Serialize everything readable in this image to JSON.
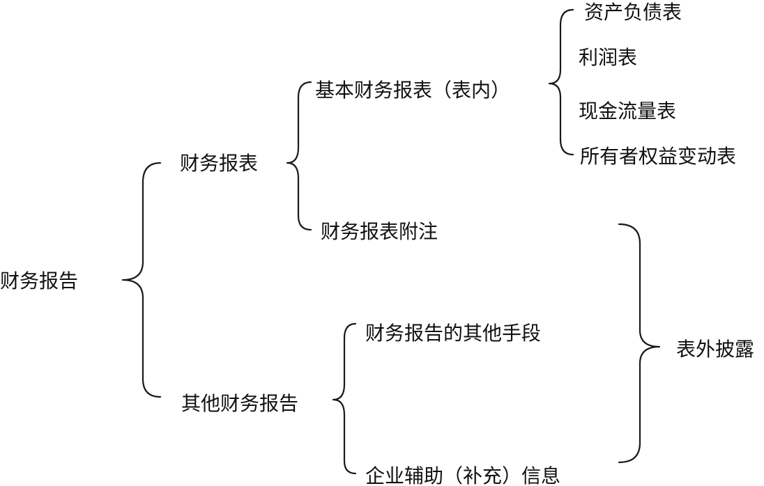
{
  "diagram": {
    "root": "财务报告",
    "financial_statements": "财务报表",
    "other_financial_reporting": "其他财务报告",
    "basic_statements": "基本财务报表（表内）",
    "notes": "财务报表附注",
    "other_means": "财务报告的其他手段",
    "supplementary_info": "企业辅助（补充）信息",
    "balance_sheet": "资产负债表",
    "income_statement": "利润表",
    "cash_flow_statement": "现金流量表",
    "equity_statement": "所有者权益变动表",
    "off_statement_disclosure": "表外披露"
  }
}
